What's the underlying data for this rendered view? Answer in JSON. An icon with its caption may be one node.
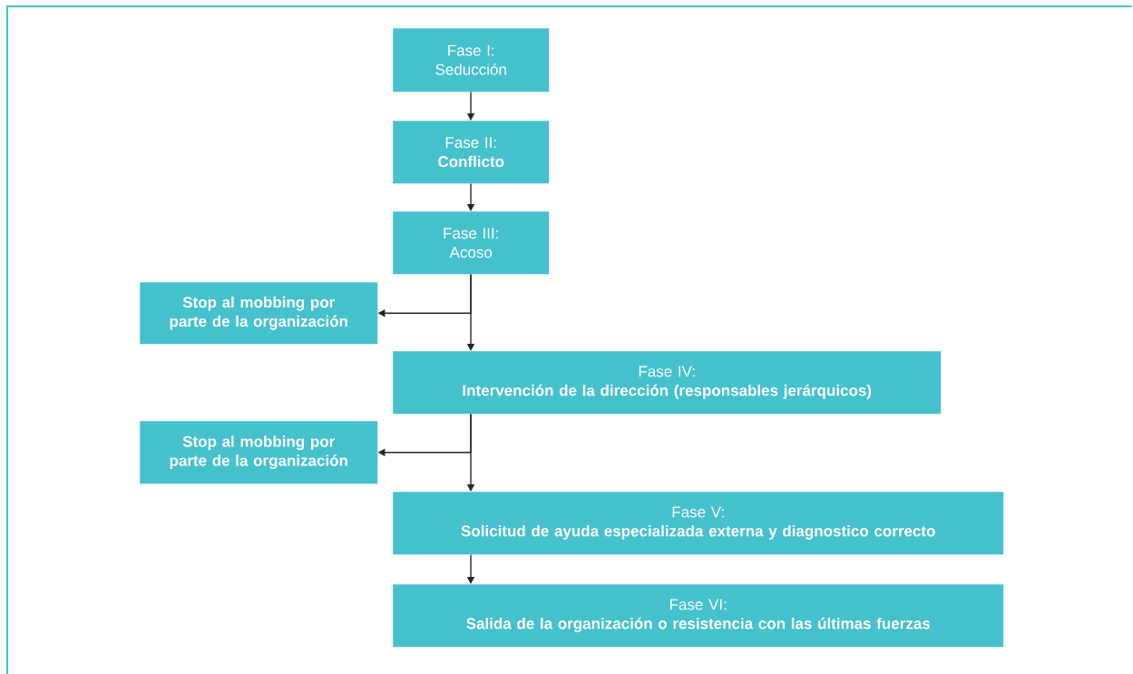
{
  "diagram": {
    "nodes": [
      {
        "text": [
          "Fase I:",
          "Seducción"
        ]
      },
      {
        "text": [
          "Fase II:",
          "Conflicto"
        ]
      },
      {
        "text": [
          "Fase III:",
          "Acoso"
        ]
      },
      {
        "text": [
          "Stop al mobbing por parte de la organización"
        ]
      },
      {
        "text": [
          "Fase IV:",
          "Intervención de la dirección (responsables jerárquicos)"
        ]
      },
      {
        "text": [
          "Stop al mobbing por parte de la organización"
        ]
      },
      {
        "text": [
          "Fase V:",
          "Solicitud de ayuda especializada externa y diagnostico correcto"
        ]
      },
      {
        "text": [
          "Fase VI:",
          "Salida de la organización o resistencia con las últimas fuerzas"
        ]
      }
    ],
    "edges": [
      {
        "from": 0,
        "to": 1,
        "arrow": "to"
      },
      {
        "from": 1,
        "to": 2,
        "arrow": "to"
      },
      {
        "from": 2,
        "to": 3,
        "arrow": "to"
      },
      {
        "from": 2,
        "to": 4,
        "arrow": "to"
      },
      {
        "from": 4,
        "to": 5,
        "arrow": "to"
      },
      {
        "from": 4,
        "to": 6,
        "arrow": "to"
      },
      {
        "from": 6,
        "to": 7,
        "arrow": "to"
      }
    ]
  }
}
